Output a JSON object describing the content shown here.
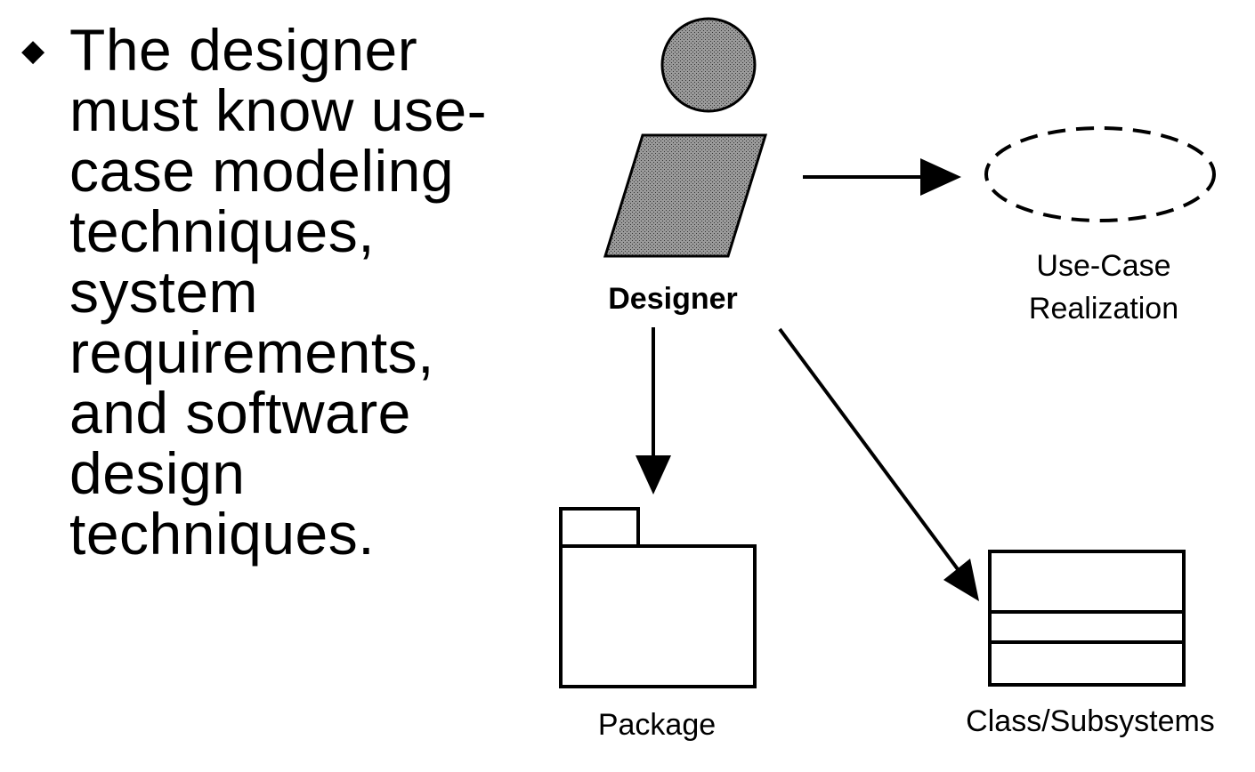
{
  "bullet": {
    "glyph": "◆",
    "lines": [
      "The designer",
      "must know use-",
      "case modeling",
      "techniques,",
      "system",
      "requirements,",
      "and software",
      "design",
      "techniques."
    ]
  },
  "diagram": {
    "designer_label": "Designer",
    "use_case_label_line1": "Use-Case",
    "use_case_label_line2": "Realization",
    "package_label": "Package",
    "class_label": "Class/Subsystems",
    "colors": {
      "actor_fill": "#8a8a8a",
      "stroke": "#000000"
    },
    "icons": {
      "actor": "designer-actor-icon",
      "use_case": "use-case-ellipse-icon",
      "package": "package-folder-icon",
      "class": "class-box-icon"
    }
  }
}
